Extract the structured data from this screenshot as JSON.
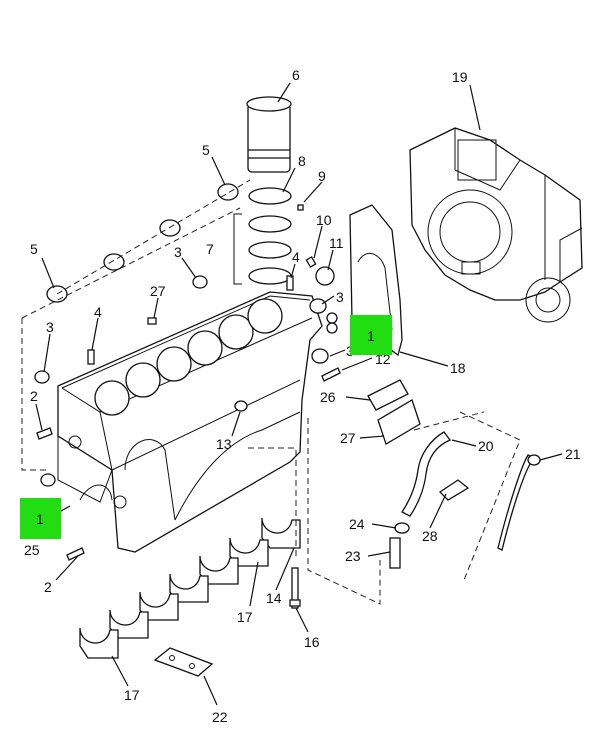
{
  "callouts": [
    {
      "text": "6"
    },
    {
      "text": "19"
    },
    {
      "text": "5"
    },
    {
      "text": "8"
    },
    {
      "text": "9"
    },
    {
      "text": "10"
    },
    {
      "text": "7"
    },
    {
      "text": "11"
    },
    {
      "text": "5"
    },
    {
      "text": "3"
    },
    {
      "text": "4"
    },
    {
      "text": "27"
    },
    {
      "text": "3"
    },
    {
      "text": "3"
    },
    {
      "text": "4"
    },
    {
      "text": "3"
    },
    {
      "text": "12"
    },
    {
      "text": "18"
    },
    {
      "text": "2"
    },
    {
      "text": "26"
    },
    {
      "text": "27"
    },
    {
      "text": "13"
    },
    {
      "text": "20"
    },
    {
      "text": "21"
    },
    {
      "text": "25"
    },
    {
      "text": "24"
    },
    {
      "text": "28"
    },
    {
      "text": "23"
    },
    {
      "text": "2"
    },
    {
      "text": "17"
    },
    {
      "text": "14"
    },
    {
      "text": "16"
    },
    {
      "text": "17"
    },
    {
      "text": "22"
    }
  ],
  "highlights": [
    {
      "text": "1",
      "color": "#22dd11"
    },
    {
      "text": "1",
      "color": "#22dd11"
    }
  ]
}
